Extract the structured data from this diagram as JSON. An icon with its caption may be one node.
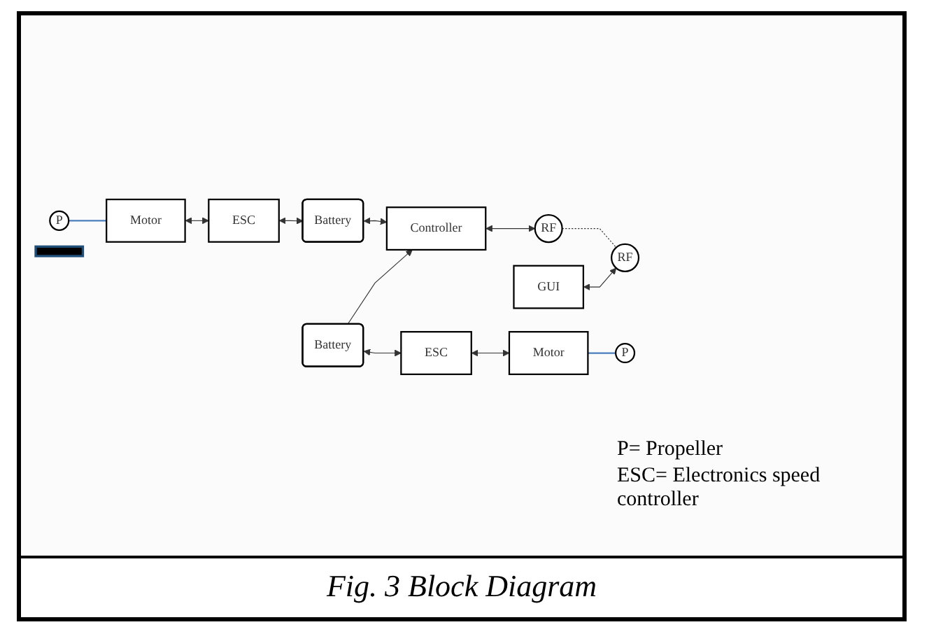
{
  "diagram": {
    "caption": "Fig. 3 Block Diagram",
    "nodes": [
      {
        "text": [
          "Battery"
        ]
      },
      {
        "text": [
          "ESC"
        ]
      },
      {
        "text": [
          "P"
        ]
      },
      {
        "text": [
          "Motor"
        ]
      },
      {
        "text": [],
        "shape": "bar"
      },
      {
        "text": [
          "Motor"
        ]
      },
      {
        "text": [
          "P"
        ]
      },
      {
        "text": [
          "ESC"
        ]
      },
      {
        "text": [
          "Battery"
        ]
      },
      {
        "text": [
          "Controller"
        ]
      },
      {
        "text": [
          "RF"
        ]
      },
      {
        "text": [
          "GUI"
        ]
      },
      {
        "text": [
          "RF"
        ]
      }
    ],
    "edges": [
      {
        "from": 0,
        "to": 1,
        "arrow": "both"
      },
      {
        "from": 1,
        "to": 5,
        "arrow": "both"
      },
      {
        "from": 2,
        "to": 3,
        "arrow": "none",
        "color": "#4a7ebb"
      },
      {
        "from": 5,
        "to": 6,
        "arrow": "none",
        "color": "#4a7ebb"
      },
      {
        "from": 3,
        "to": 7,
        "arrow": "both"
      },
      {
        "from": 7,
        "to": 8,
        "arrow": "both"
      },
      {
        "from": 8,
        "to": 9,
        "arrow": "both"
      },
      {
        "from": 0,
        "to": 9,
        "arrow": "to"
      },
      {
        "from": 9,
        "to": 10,
        "arrow": "both"
      },
      {
        "from": 10,
        "to": 12,
        "arrow": "none",
        "style": "dashed"
      },
      {
        "from": 11,
        "to": 12,
        "arrow": "both"
      }
    ],
    "labels": [
      "P= Propeller",
      "ESC= Electronics speed controller"
    ]
  }
}
